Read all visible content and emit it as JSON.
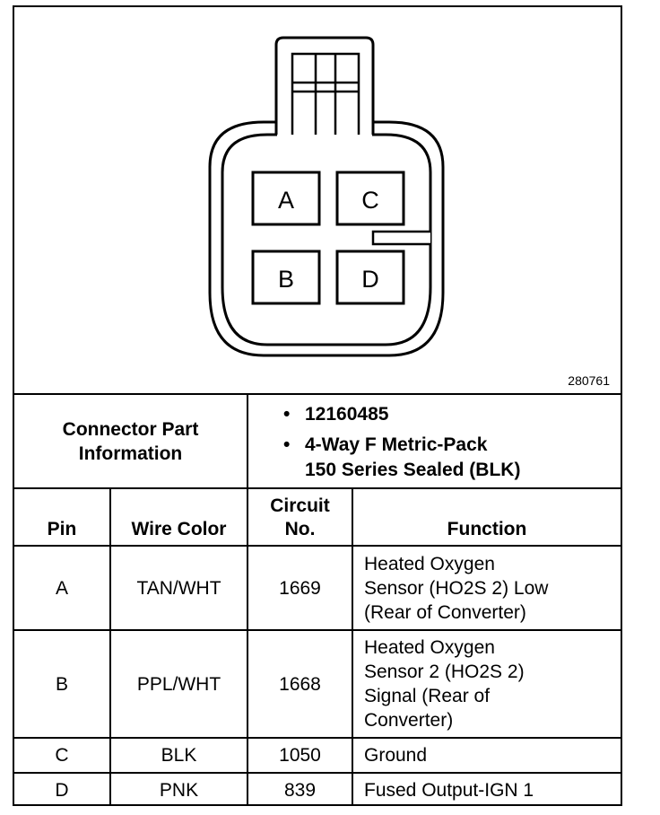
{
  "diagram": {
    "ref_number": "280761",
    "pins": [
      "A",
      "C",
      "B",
      "D"
    ]
  },
  "connector_info": {
    "label": "Connector Part\nInformation",
    "bullets": [
      "12160485",
      "4-Way F Metric-Pack\n150 Series Sealed (BLK)"
    ]
  },
  "table": {
    "headers": {
      "pin": "Pin",
      "wire_color": "Wire Color",
      "circuit": "Circuit\nNo.",
      "function": "Function"
    },
    "rows": [
      {
        "pin": "A",
        "wire_color": "TAN/WHT",
        "circuit": "1669",
        "function": "Heated Oxygen\nSensor (HO2S 2) Low\n(Rear of Converter)"
      },
      {
        "pin": "B",
        "wire_color": "PPL/WHT",
        "circuit": "1668",
        "function": "Heated Oxygen\nSensor 2 (HO2S 2)\nSignal (Rear of\nConverter)"
      },
      {
        "pin": "C",
        "wire_color": "BLK",
        "circuit": "1050",
        "function": "Ground"
      },
      {
        "pin": "D",
        "wire_color": "PNK",
        "circuit": "839",
        "function": "Fused Output-IGN 1"
      }
    ]
  }
}
